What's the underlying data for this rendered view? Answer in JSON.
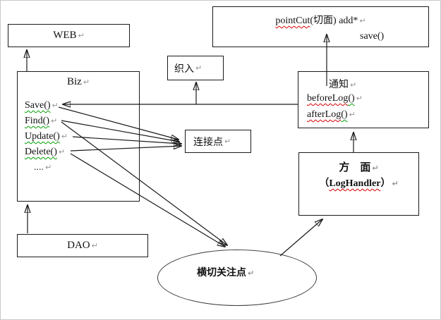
{
  "marks": {
    "pilcrow": "↵"
  },
  "colors": {
    "red_squiggle": "#d40000",
    "green_squiggle": "#00a000",
    "line": "#1a1a1a"
  },
  "boxes": {
    "web": {
      "label": "WEB"
    },
    "pointcut": {
      "word": "pointCut",
      "rest": "(切面) add*",
      "line2": "save()"
    },
    "weave": {
      "label": "织入"
    },
    "biz": {
      "title": "Biz",
      "methods": [
        {
          "label": "Save()"
        },
        {
          "label": "Find()"
        },
        {
          "label": "Update()"
        },
        {
          "label": "Delete()"
        }
      ],
      "ellipsis": "...."
    },
    "notice": {
      "title": "通知",
      "methods": [
        {
          "word": "beforeLog",
          "parens": "()"
        },
        {
          "word": "afterLog",
          "parens": "()"
        }
      ]
    },
    "joinpoint": {
      "label": "连接点"
    },
    "aspect": {
      "title": "方　面",
      "open": "（",
      "word": "LogHandler",
      "close": "）"
    },
    "dao": {
      "label": "DAO"
    },
    "crosscut": {
      "label": "横切关注点"
    }
  },
  "edges": [
    {
      "from": "biz",
      "to": "web"
    },
    {
      "from": "dao",
      "to": "biz"
    },
    {
      "from": "notice",
      "to": "biz-save-method"
    },
    {
      "from": "notice-line",
      "to": "weave"
    },
    {
      "from": "biz-save-method",
      "to": "joinpoint"
    },
    {
      "from": "biz-find-method",
      "to": "joinpoint"
    },
    {
      "from": "biz-update-method",
      "to": "joinpoint"
    },
    {
      "from": "biz-delete-method",
      "to": "joinpoint"
    },
    {
      "from": "biz-find-method",
      "to": "crosscut-ellipse"
    },
    {
      "from": "biz-delete-method",
      "to": "crosscut-ellipse"
    },
    {
      "from": "notice",
      "to": "pointcut"
    },
    {
      "from": "aspect",
      "to": "notice"
    },
    {
      "from": "crosscut-ellipse",
      "to": "aspect"
    }
  ]
}
